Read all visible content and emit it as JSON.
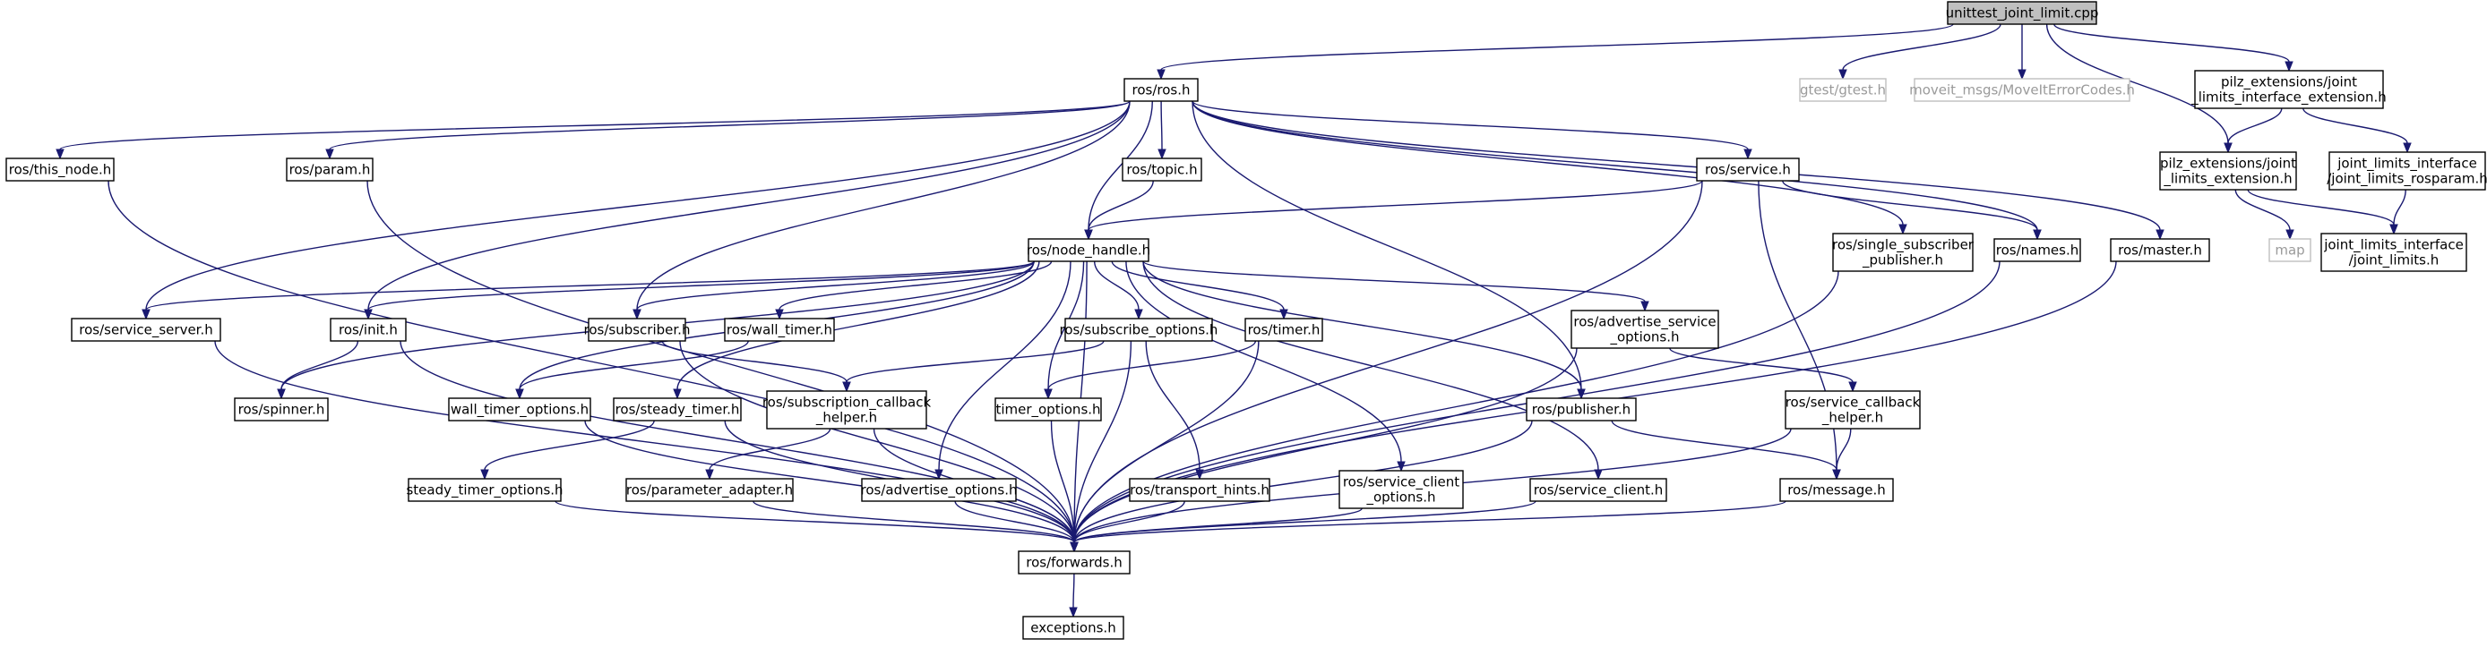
{
  "colors": {
    "edge": "#191970",
    "node_border": "#000000",
    "root_fill": "#bfbfbf",
    "node_fill": "#ffffff",
    "external_border": "#bfbfbf",
    "external_text": "#9a9a9a"
  },
  "nodes": [
    {
      "id": "unittest",
      "lines": [
        "unittest_joint_limit.cpp"
      ],
      "style": "root"
    },
    {
      "id": "ros_ros",
      "lines": [
        "ros/ros.h"
      ]
    },
    {
      "id": "gtest",
      "lines": [
        "gtest/gtest.h"
      ],
      "style": "external"
    },
    {
      "id": "moveit_codes",
      "lines": [
        "moveit_msgs/MoveItErrorCodes.h"
      ],
      "style": "external"
    },
    {
      "id": "pilz_ext_iface",
      "lines": [
        "pilz_extensions/joint",
        "_limits_interface_extension.h"
      ]
    },
    {
      "id": "this_node",
      "lines": [
        "ros/this_node.h"
      ]
    },
    {
      "id": "param",
      "lines": [
        "ros/param.h"
      ]
    },
    {
      "id": "topic",
      "lines": [
        "ros/topic.h"
      ]
    },
    {
      "id": "service",
      "lines": [
        "ros/service.h"
      ]
    },
    {
      "id": "pilz_ext",
      "lines": [
        "pilz_extensions/joint",
        "_limits_extension.h"
      ]
    },
    {
      "id": "jl_rosparam",
      "lines": [
        "joint_limits_interface",
        "/joint_limits_rosparam.h"
      ]
    },
    {
      "id": "node_handle",
      "lines": [
        "ros/node_handle.h"
      ]
    },
    {
      "id": "single_sub_pub",
      "lines": [
        "ros/single_subscriber",
        "_publisher.h"
      ]
    },
    {
      "id": "names",
      "lines": [
        "ros/names.h"
      ]
    },
    {
      "id": "master",
      "lines": [
        "ros/master.h"
      ]
    },
    {
      "id": "map",
      "lines": [
        "map"
      ],
      "style": "external"
    },
    {
      "id": "jl",
      "lines": [
        "joint_limits_interface",
        "/joint_limits.h"
      ]
    },
    {
      "id": "service_server",
      "lines": [
        "ros/service_server.h"
      ]
    },
    {
      "id": "init",
      "lines": [
        "ros/init.h"
      ]
    },
    {
      "id": "subscriber",
      "lines": [
        "ros/subscriber.h"
      ]
    },
    {
      "id": "wall_timer",
      "lines": [
        "ros/wall_timer.h"
      ]
    },
    {
      "id": "subscribe_options",
      "lines": [
        "ros/subscribe_options.h"
      ]
    },
    {
      "id": "timer",
      "lines": [
        "ros/timer.h"
      ]
    },
    {
      "id": "advertise_service_options",
      "lines": [
        "ros/advertise_service",
        "_options.h"
      ]
    },
    {
      "id": "spinner",
      "lines": [
        "ros/spinner.h"
      ]
    },
    {
      "id": "wall_timer_options",
      "lines": [
        "wall_timer_options.h"
      ]
    },
    {
      "id": "steady_timer",
      "lines": [
        "ros/steady_timer.h"
      ]
    },
    {
      "id": "sub_cb_helper",
      "lines": [
        "ros/subscription_callback",
        "_helper.h"
      ]
    },
    {
      "id": "timer_options",
      "lines": [
        "timer_options.h"
      ]
    },
    {
      "id": "publisher",
      "lines": [
        "ros/publisher.h"
      ]
    },
    {
      "id": "service_cb_helper",
      "lines": [
        "ros/service_callback",
        "_helper.h"
      ]
    },
    {
      "id": "steady_timer_options",
      "lines": [
        "steady_timer_options.h"
      ]
    },
    {
      "id": "parameter_adapter",
      "lines": [
        "ros/parameter_adapter.h"
      ]
    },
    {
      "id": "advertise_options",
      "lines": [
        "ros/advertise_options.h"
      ]
    },
    {
      "id": "transport_hints",
      "lines": [
        "ros/transport_hints.h"
      ]
    },
    {
      "id": "service_client_options",
      "lines": [
        "ros/service_client",
        "_options.h"
      ]
    },
    {
      "id": "service_client",
      "lines": [
        "ros/service_client.h"
      ]
    },
    {
      "id": "message",
      "lines": [
        "ros/message.h"
      ]
    },
    {
      "id": "forwards",
      "lines": [
        "ros/forwards.h"
      ]
    },
    {
      "id": "exceptions",
      "lines": [
        "exceptions.h"
      ]
    }
  ],
  "edges": [
    [
      "unittest",
      "ros_ros"
    ],
    [
      "unittest",
      "gtest"
    ],
    [
      "unittest",
      "moveit_codes"
    ],
    [
      "unittest",
      "pilz_ext_iface"
    ],
    [
      "unittest",
      "pilz_ext"
    ],
    [
      "ros_ros",
      "this_node"
    ],
    [
      "ros_ros",
      "param"
    ],
    [
      "ros_ros",
      "topic"
    ],
    [
      "ros_ros",
      "service"
    ],
    [
      "ros_ros",
      "node_handle"
    ],
    [
      "ros_ros",
      "single_sub_pub"
    ],
    [
      "ros_ros",
      "names"
    ],
    [
      "ros_ros",
      "master"
    ],
    [
      "ros_ros",
      "service_server"
    ],
    [
      "ros_ros",
      "init"
    ],
    [
      "ros_ros",
      "subscriber"
    ],
    [
      "ros_ros",
      "publisher"
    ],
    [
      "pilz_ext_iface",
      "pilz_ext"
    ],
    [
      "pilz_ext_iface",
      "jl_rosparam"
    ],
    [
      "pilz_ext",
      "map"
    ],
    [
      "pilz_ext",
      "jl"
    ],
    [
      "jl_rosparam",
      "jl"
    ],
    [
      "this_node",
      "forwards"
    ],
    [
      "param",
      "forwards"
    ],
    [
      "topic",
      "node_handle"
    ],
    [
      "service",
      "node_handle"
    ],
    [
      "service",
      "names"
    ],
    [
      "service",
      "message"
    ],
    [
      "service",
      "forwards"
    ],
    [
      "node_handle",
      "service_server"
    ],
    [
      "node_handle",
      "init"
    ],
    [
      "node_handle",
      "subscriber"
    ],
    [
      "node_handle",
      "wall_timer"
    ],
    [
      "node_handle",
      "subscribe_options"
    ],
    [
      "node_handle",
      "timer"
    ],
    [
      "node_handle",
      "advertise_service_options"
    ],
    [
      "node_handle",
      "spinner"
    ],
    [
      "node_handle",
      "wall_timer_options"
    ],
    [
      "node_handle",
      "steady_timer"
    ],
    [
      "node_handle",
      "timer_options"
    ],
    [
      "node_handle",
      "publisher"
    ],
    [
      "node_handle",
      "advertise_options"
    ],
    [
      "node_handle",
      "service_client_options"
    ],
    [
      "node_handle",
      "service_client"
    ],
    [
      "node_handle",
      "forwards"
    ],
    [
      "single_sub_pub",
      "forwards"
    ],
    [
      "names",
      "forwards"
    ],
    [
      "master",
      "forwards"
    ],
    [
      "service_server",
      "forwards"
    ],
    [
      "init",
      "spinner"
    ],
    [
      "init",
      "forwards"
    ],
    [
      "subscriber",
      "sub_cb_helper"
    ],
    [
      "subscriber",
      "forwards"
    ],
    [
      "wall_timer",
      "wall_timer_options"
    ],
    [
      "subscribe_options",
      "sub_cb_helper"
    ],
    [
      "subscribe_options",
      "transport_hints"
    ],
    [
      "subscribe_options",
      "forwards"
    ],
    [
      "timer",
      "timer_options"
    ],
    [
      "timer",
      "forwards"
    ],
    [
      "advertise_service_options",
      "service_cb_helper"
    ],
    [
      "advertise_service_options",
      "forwards"
    ],
    [
      "wall_timer_options",
      "forwards"
    ],
    [
      "steady_timer",
      "steady_timer_options"
    ],
    [
      "steady_timer",
      "forwards"
    ],
    [
      "sub_cb_helper",
      "parameter_adapter"
    ],
    [
      "sub_cb_helper",
      "forwards"
    ],
    [
      "timer_options",
      "forwards"
    ],
    [
      "publisher",
      "message"
    ],
    [
      "publisher",
      "forwards"
    ],
    [
      "service_cb_helper",
      "message"
    ],
    [
      "service_cb_helper",
      "forwards"
    ],
    [
      "steady_timer_options",
      "forwards"
    ],
    [
      "parameter_adapter",
      "forwards"
    ],
    [
      "advertise_options",
      "forwards"
    ],
    [
      "transport_hints",
      "forwards"
    ],
    [
      "service_client_options",
      "forwards"
    ],
    [
      "service_client",
      "forwards"
    ],
    [
      "message",
      "forwards"
    ],
    [
      "forwards",
      "exceptions"
    ]
  ]
}
